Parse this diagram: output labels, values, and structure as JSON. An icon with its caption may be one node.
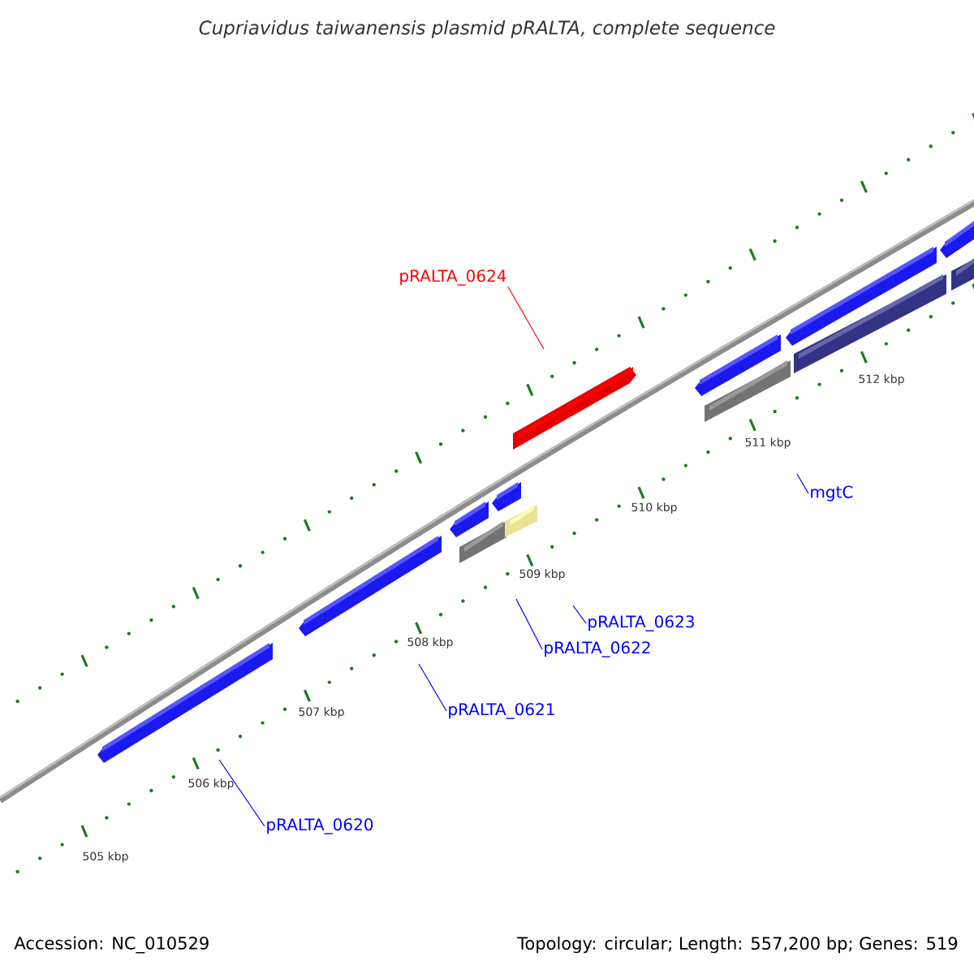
{
  "diagram": {
    "title": "Cupriavidus taiwanensis plasmid pRALTA, complete sequence",
    "nodes": [
      {
        "text": [
          "pRALTA_0624"
        ]
      },
      {
        "text": [
          "mgtC"
        ]
      },
      {
        "text": [
          "pRALTA_0623"
        ]
      },
      {
        "text": [
          "pRALTA_0622"
        ]
      },
      {
        "text": [
          "pRALTA_0621"
        ]
      },
      {
        "text": [
          "pRALTA_0620"
        ]
      }
    ],
    "edges": [
      {
        "from": 0,
        "to": null,
        "arrow": "none",
        "color": "#ff0000"
      },
      {
        "from": 1,
        "to": null,
        "arrow": "none"
      },
      {
        "from": 2,
        "to": null,
        "arrow": "none"
      },
      {
        "from": 3,
        "to": null,
        "arrow": "none"
      },
      {
        "from": 4,
        "to": null,
        "arrow": "none"
      },
      {
        "from": 5,
        "to": null,
        "arrow": "none"
      }
    ],
    "labels": [
      "512 kbp",
      "511 kbp",
      "510 kbp",
      "509 kbp",
      "508 kbp",
      "507 kbp",
      "506 kbp",
      "505 kbp",
      "Accession: NC_010529",
      "Topology: circular; Length: 557,200 bp; Genes: 519"
    ]
  }
}
